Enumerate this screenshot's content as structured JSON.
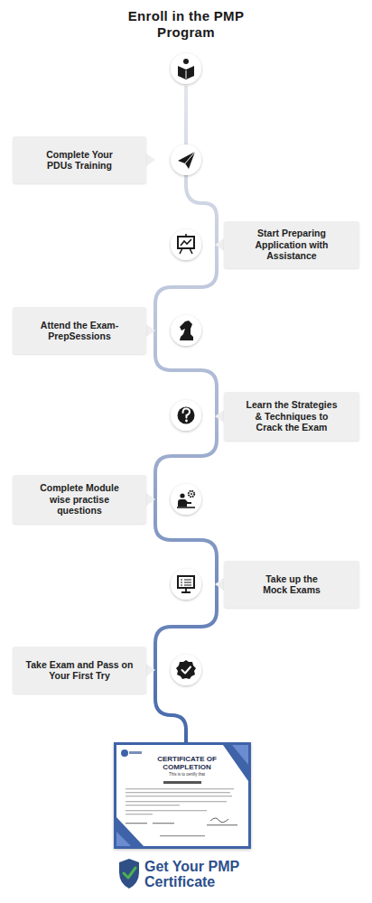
{
  "diagram": {
    "title": "Enroll in the PMP Program",
    "nodes": [
      {
        "text": [
          "Complete Your PDUs Training"
        ]
      },
      {
        "text": [
          "Start Preparing Application with Assistance"
        ]
      },
      {
        "text": [
          "Attend the Exam-PrepSessions"
        ]
      },
      {
        "text": [
          "Learn the Strategies & Techniques to Crack the Exam"
        ]
      },
      {
        "text": [
          "Complete Module wise practise questions"
        ]
      },
      {
        "text": [
          "Take up the Mock Exams"
        ]
      },
      {
        "text": [
          "Take Exam and Pass on Your First Try"
        ]
      },
      {
        "text": [
          "CERTIFICATE OF COMPLETION",
          "This is to certify that"
        ]
      }
    ],
    "labels": [
      "Get Your PMP Certificate"
    ]
  }
}
